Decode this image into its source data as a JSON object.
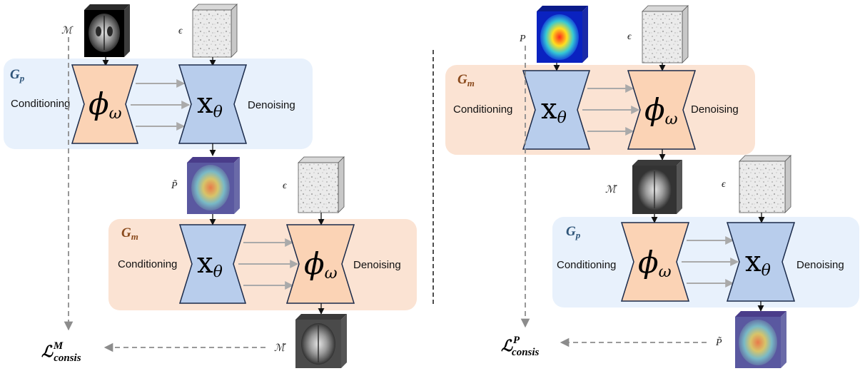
{
  "colors": {
    "gp_panel": "#e8f1fc",
    "gm_panel": "#fbe3d3",
    "phi_block": "#fbd3b5",
    "x_block": "#b8cdec",
    "gp_label": "#2f5579",
    "gm_label": "#8a4a1c",
    "arrow_gray": "#aaaaaa",
    "dashed": "#8c8c8c"
  },
  "left": {
    "input_symbol": "ℳ",
    "noise_symbol_top": "ϵ",
    "stage1": {
      "generator": "G",
      "generator_sub": "p",
      "left_label": "Conditioning",
      "right_label": "Denoising",
      "cond_net": "ϕ",
      "cond_sub": "ω",
      "den_net": "x",
      "den_sub": "θ"
    },
    "intermediate_symbol": "P̃",
    "noise_symbol_mid": "ϵ",
    "stage2": {
      "generator": "G",
      "generator_sub": "m",
      "left_label": "Conditioning",
      "right_label": "Denoising",
      "cond_net": "x",
      "cond_sub": "θ",
      "den_net": "ϕ",
      "den_sub": "ω"
    },
    "output_symbol": "ℳ̃",
    "loss": "ℒ",
    "loss_sup": "M",
    "loss_sub": "consis"
  },
  "right": {
    "input_symbol": "P",
    "noise_symbol_top": "ϵ",
    "stage1": {
      "generator": "G",
      "generator_sub": "m",
      "left_label": "Conditioning",
      "right_label": "Denoising",
      "cond_net": "x",
      "cond_sub": "θ",
      "den_net": "ϕ",
      "den_sub": "ω"
    },
    "intermediate_symbol": "ℳ̃",
    "noise_symbol_mid": "ϵ",
    "stage2": {
      "generator": "G",
      "generator_sub": "p",
      "left_label": "Conditioning",
      "right_label": "Denoising",
      "cond_net": "ϕ",
      "cond_sub": "ω",
      "den_net": "x",
      "den_sub": "θ"
    },
    "output_symbol": "P̃",
    "loss": "ℒ",
    "loss_sup": "P",
    "loss_sub": "consis"
  }
}
